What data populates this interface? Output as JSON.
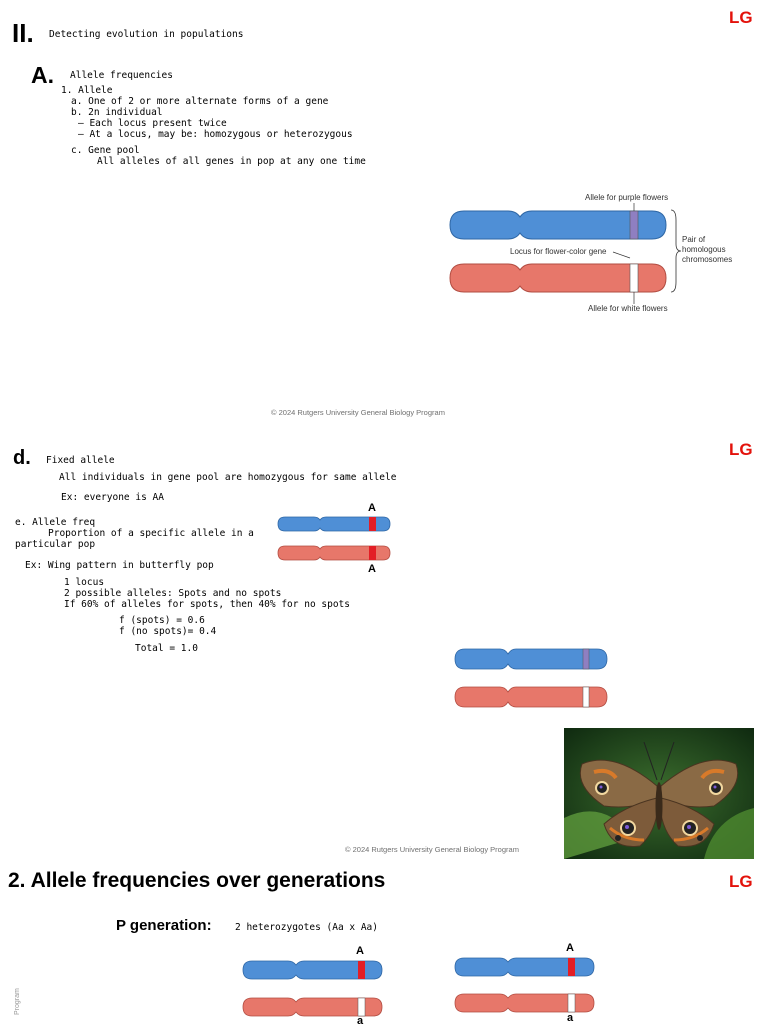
{
  "colors": {
    "accent": "#e3120b",
    "chrom_blue": "#4f8fd6",
    "chrom_red": "#e7776a",
    "band_red": "#e31e26",
    "band_purple": "#8f7fc1",
    "band_white": "#ffffff"
  },
  "slide1": {
    "roman": "II.",
    "title": "Detecting evolution in populations",
    "lg": "LG",
    "section_letter": "A.",
    "section_title": "Allele frequencies",
    "item1": "1. Allele",
    "item1a": "a. One of 2 or more alternate forms of a gene",
    "item1b": "b. 2n individual",
    "item1b_1": "– Each locus present twice",
    "item1b_2": "– At a locus, may be: homozygous or heterozygous",
    "item1c": "c. Gene pool",
    "item1c_1": "All alleles of all genes in pop at any one time",
    "figure": {
      "label_purple": "Allele for purple flowers",
      "label_locus": "Locus for flower-color gene",
      "label_pair": "Pair of homologous chromosomes",
      "label_white": "Allele for white flowers"
    },
    "footer": "© 2024 Rutgers University General Biology Program"
  },
  "slide2": {
    "letter": "d.",
    "title": "Fixed allele",
    "line1": "All individuals in gene pool are homozygous for same allele",
    "line2": "Ex: everyone is AA",
    "e_title": "e. Allele freq",
    "e_line1": "Proportion of a specific allele in a",
    "e_line2": "particular pop",
    "ex_title": "Ex: Wing pattern in butterfly pop",
    "ex1": "1 locus",
    "ex2": "2 possible alleles: Spots and no spots",
    "ex3": "If 60% of alleles for spots, then 40% for no spots",
    "f1": "f (spots) = 0.6",
    "f2": "f (no spots)= 0.4",
    "total": "Total = 1.0",
    "allele_top": "A",
    "allele_bottom": "A",
    "lg": "LG",
    "footer": "© 2024 Rutgers University General Biology Program"
  },
  "slide3": {
    "title": "2.  Allele frequencies over generations",
    "lg": "LG",
    "p_gen": "P generation:",
    "p_desc": "2 heterozygotes (Aa x Aa)",
    "left_top": "A",
    "left_bottom": "a",
    "right_top": "A",
    "right_bottom": "a",
    "side_text": "Program"
  }
}
